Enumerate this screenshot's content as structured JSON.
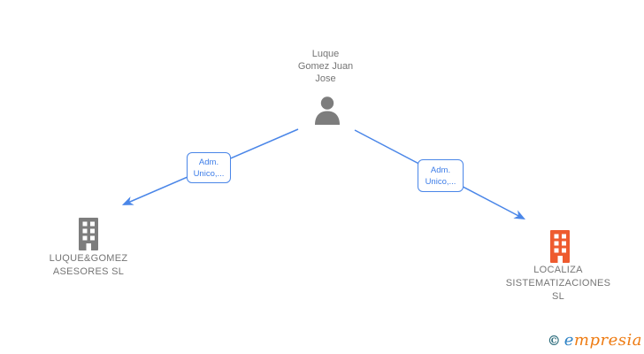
{
  "colors": {
    "accent": "#4a86e8",
    "gray-text": "#757575",
    "gray-icon": "#7d7d7d",
    "orange-icon": "#ee5b2f",
    "label-text": "#3d7de8",
    "logo-teal": "#2c6c7c",
    "logo-blue": "#2f83c6",
    "logo-orange": "#ee7b12"
  },
  "person": {
    "name": "Luque Gomez Juan Jose",
    "name_lines": [
      "Luque",
      "Gomez Juan",
      "Jose"
    ],
    "icon": "person-icon"
  },
  "edges": [
    {
      "from": "Luque Gomez Juan Jose",
      "to": "LUQUE&GOMEZ ASESORES SL",
      "label": "Adm. Unico,...",
      "label_lines": [
        "Adm.",
        "Unico,..."
      ]
    },
    {
      "from": "Luque Gomez Juan Jose",
      "to": "LOCALIZA SISTEMATIZACIONES SL",
      "label": "Adm. Unico,...",
      "label_lines": [
        "Adm.",
        "Unico,..."
      ]
    }
  ],
  "companies": [
    {
      "name": "LUQUE&GOMEZ ASESORES SL",
      "name_lines": [
        "LUQUE&GOMEZ",
        "ASESORES SL"
      ],
      "icon": "building-icon",
      "icon_color": "#7d7d7d"
    },
    {
      "name": "LOCALIZA SISTEMATIZACIONES SL",
      "name_lines": [
        "LOCALIZA",
        "SISTEMATIZACIONES",
        "SL"
      ],
      "icon": "building-icon",
      "icon_color": "#ee5b2f"
    }
  ],
  "watermark": {
    "copyright": "©",
    "brand_initial": "e",
    "brand_rest": "mpresia"
  }
}
